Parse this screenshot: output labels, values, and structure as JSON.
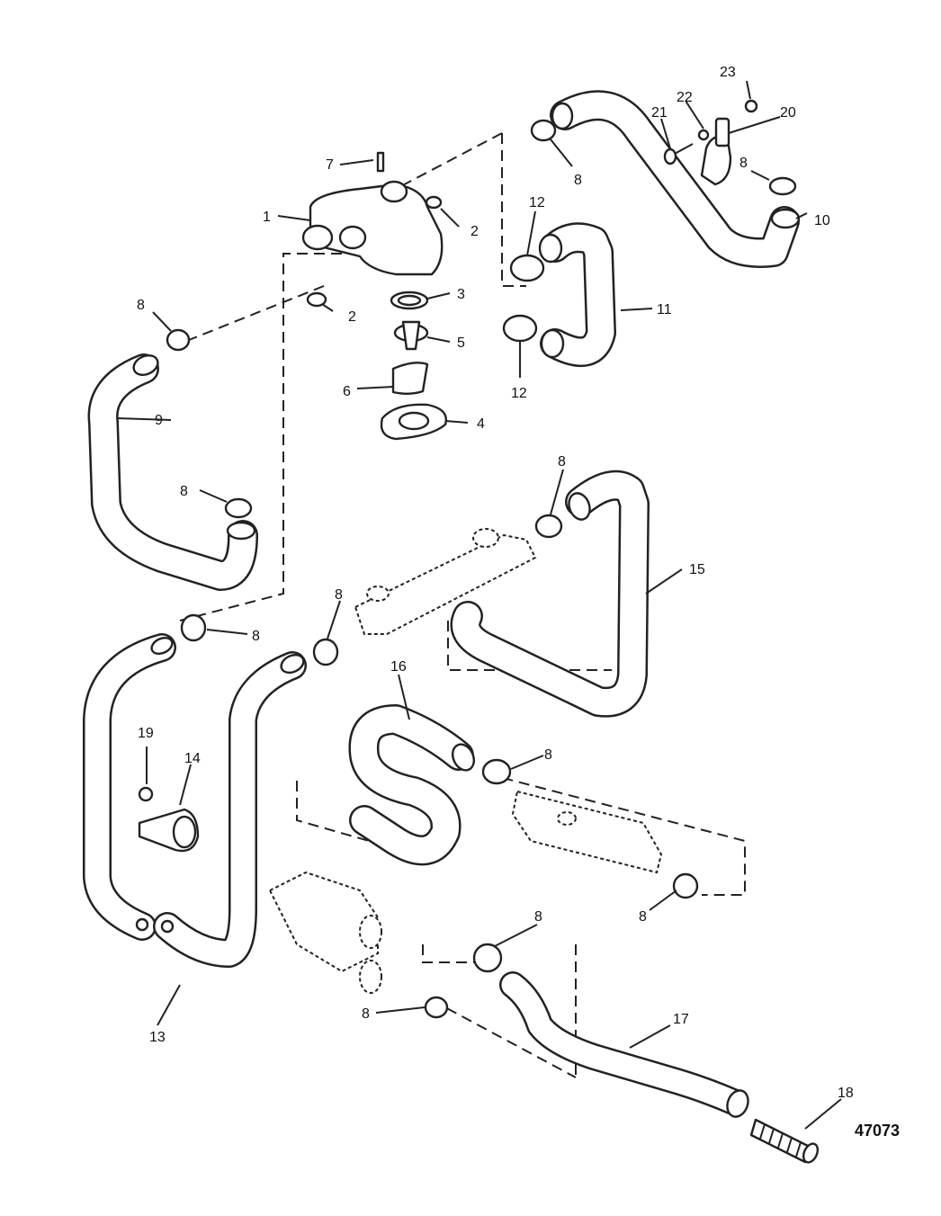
{
  "figure_number": "47073",
  "callouts": {
    "c1": "1",
    "c2a": "2",
    "c2b": "2",
    "c3": "3",
    "c4": "4",
    "c5": "5",
    "c6": "6",
    "c7": "7",
    "c8_top": "8",
    "c8_left": "8",
    "c8_hose9": "8",
    "c8_right": "8",
    "c8_mid": "8",
    "c8_cooler": "8",
    "c8_lower": "8",
    "c8_s": "8",
    "c8_bot_right": "8",
    "c8_bot": "8",
    "c8_bot2": "8",
    "c9": "9",
    "c10": "10",
    "c11": "11",
    "c12a": "12",
    "c12b": "12",
    "c13": "13",
    "c14": "14",
    "c15": "15",
    "c16": "16",
    "c17": "17",
    "c18": "18",
    "c19": "19",
    "c20": "20",
    "c21": "21",
    "c22": "22",
    "c23": "23"
  }
}
